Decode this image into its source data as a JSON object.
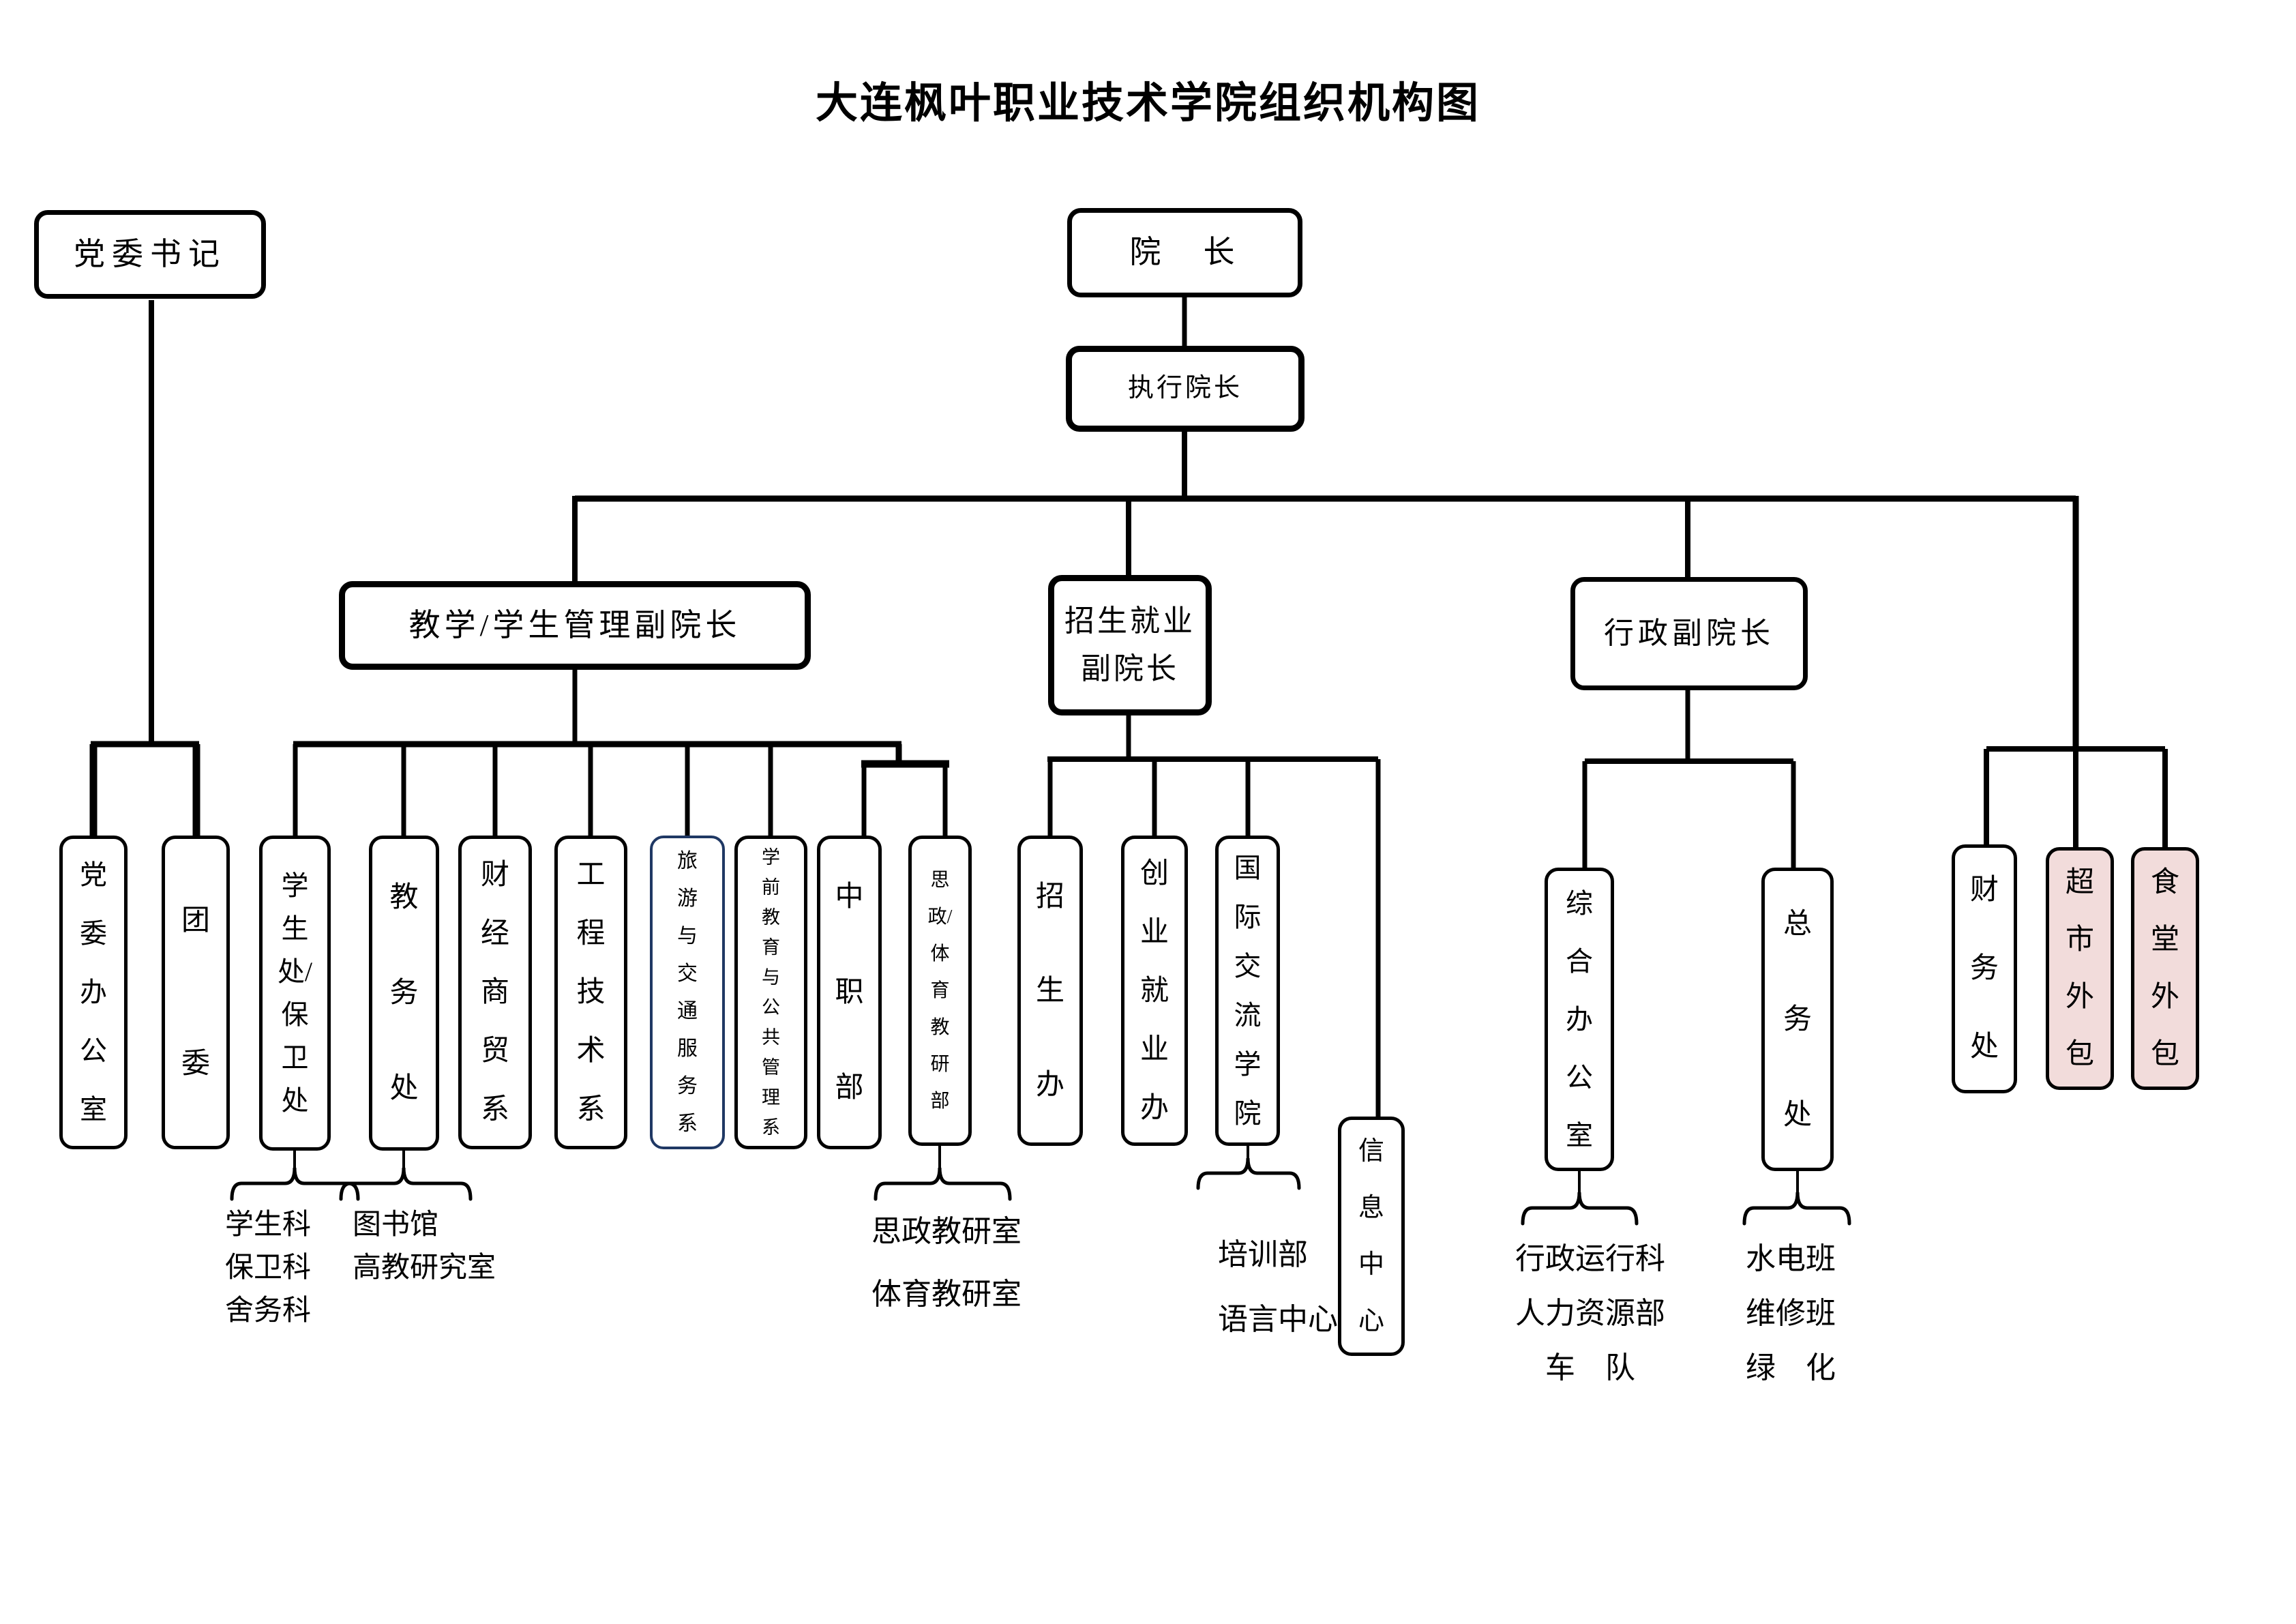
{
  "title": "大连枫叶职业技术学院组织机构图",
  "colors": {
    "line": "#000000",
    "box_border": "#000000",
    "highlighted_dept_border": "#1f3864",
    "outsourced_fill": "#f2dcdb"
  },
  "nodes": {
    "party_secretary": "党委书记",
    "president": "院　长",
    "executive_president": "执行院长",
    "vp_teaching_student": "教学/学生管理副院长",
    "vp_admission_employment": "招生就业\n副院长",
    "vp_admin": "行政副院长",
    "party_office": "党委办公室",
    "youth_league": "团委",
    "student_security_office": "学生处/保卫处",
    "academic_affairs_office": "教务处",
    "finance_commerce_dept": "财经商贸系",
    "engineering_tech_dept": "工程技术系",
    "tourism_transport_dept": "旅游与交通服务系",
    "preschool_public_mgmt_dept": "学前教育与公共管理系",
    "secondary_vocational_dept": "中职部",
    "ideology_pe_dept": "思政/体育教研部",
    "admissions_office": "招生办",
    "entrepreneurship_office": "创业就业办",
    "intl_exchange_college": "国际交流学院",
    "info_center": "信息中心",
    "general_office": "综合办公室",
    "general_affairs_office": "总务处",
    "finance_office": "财务处",
    "supermarket_outsourcing": "超市外包",
    "canteen_outsourcing": "食堂外包"
  },
  "annotations": {
    "student_security_sub": "学生科\n保卫科\n舍务科",
    "academic_affairs_sub": "图书馆\n高教研究室",
    "ideology_pe_sub": "思政教研室\n体育教研室",
    "intl_exchange_sub": "培训部\n语言中心",
    "general_office_sub": "行政运行科\n人力资源部\n车　队",
    "general_affairs_sub": "水电班\n维修班\n绿　化"
  }
}
